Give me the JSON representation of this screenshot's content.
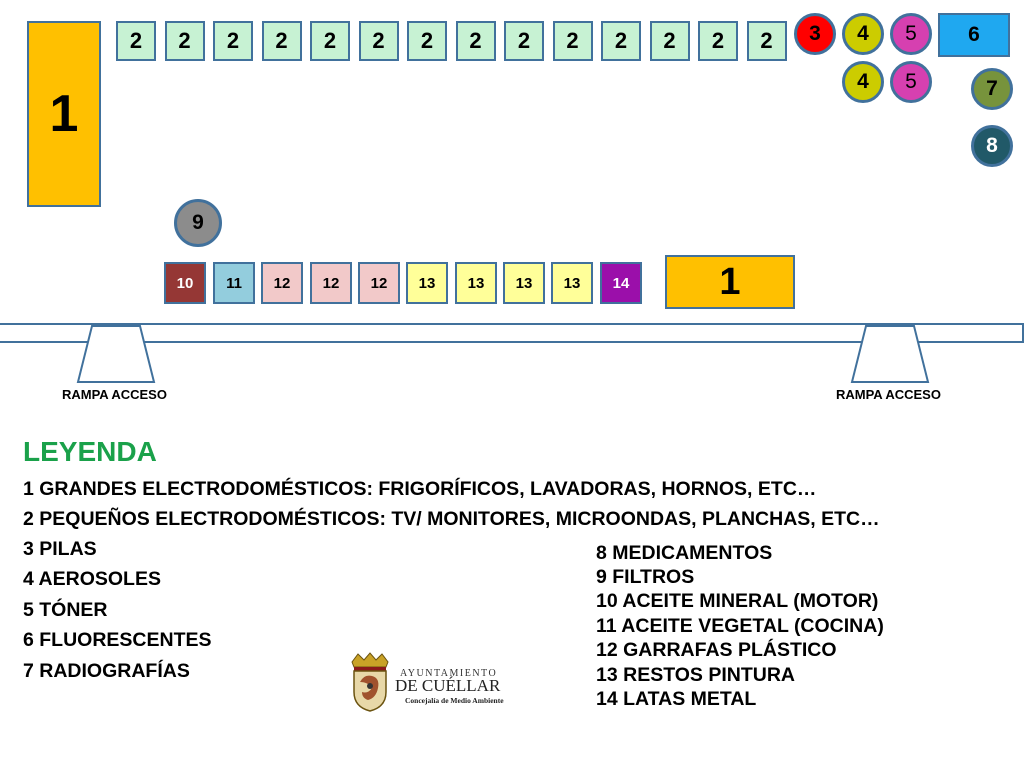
{
  "layout": {
    "large_appliance_label": "1",
    "small_appliance_label": "2",
    "small_appliance_count": 14,
    "pilas_label": "3",
    "aerosoles_label": "4",
    "toner_label": "5",
    "fluorescentes_label": "6",
    "radiografias_label": "7",
    "medicamentos_label": "8",
    "filtros_label": "9",
    "aceite_mineral_label": "10",
    "aceite_vegetal_label": "11",
    "garrafas_label": "12",
    "pintura_label": "13",
    "latas_label": "14"
  },
  "colors": {
    "large_appliance": "#ffc000",
    "small_appliance": "#c7f2d3",
    "pilas": "#ff0000",
    "aerosoles": "#cccc00",
    "toner": "#d640b0",
    "fluorescentes": "#1fa8f0",
    "radiografias": "#77933c",
    "medicamentos": "#215968",
    "filtros": "#8c8c8c",
    "aceite_mineral": "#953735",
    "aceite_vegetal": "#93cddd",
    "garrafas": "#f2c9c9",
    "pintura": "#ffff99",
    "latas": "#9b0faa",
    "border": "#41719c",
    "legend_title": "#1aa14a"
  },
  "ramps": {
    "left_label": "RAMPA ACCESO",
    "right_label": "RAMPA ACCESO"
  },
  "legend": {
    "title": "LEYENDA",
    "items": [
      "1 GRANDES ELECTRODOMÉSTICOS: FRIGORÍFICOS, LAVADORAS, HORNOS, ETC…",
      "2 PEQUEÑOS ELECTRODOMÉSTICOS: TV/ MONITORES, MICROONDAS, PLANCHAS, ETC…",
      "3 PILAS",
      "4 AEROSOLES",
      "5 TÓNER",
      "6 FLUORESCENTES",
      "7 RADIOGRAFÍAS",
      "8 MEDICAMENTOS",
      "9 FILTROS",
      "10 ACEITE MINERAL (MOTOR)",
      "11 ACEITE VEGETAL (COCINA)",
      "12 GARRAFAS PLÁSTICO",
      "13 RESTOS PINTURA",
      "14 LATAS METAL"
    ]
  },
  "logo": {
    "line1": "AYUNTAMIENTO",
    "line2": "DE CUÉLLAR",
    "line3": "Concejalía de Medio Ambiente"
  }
}
